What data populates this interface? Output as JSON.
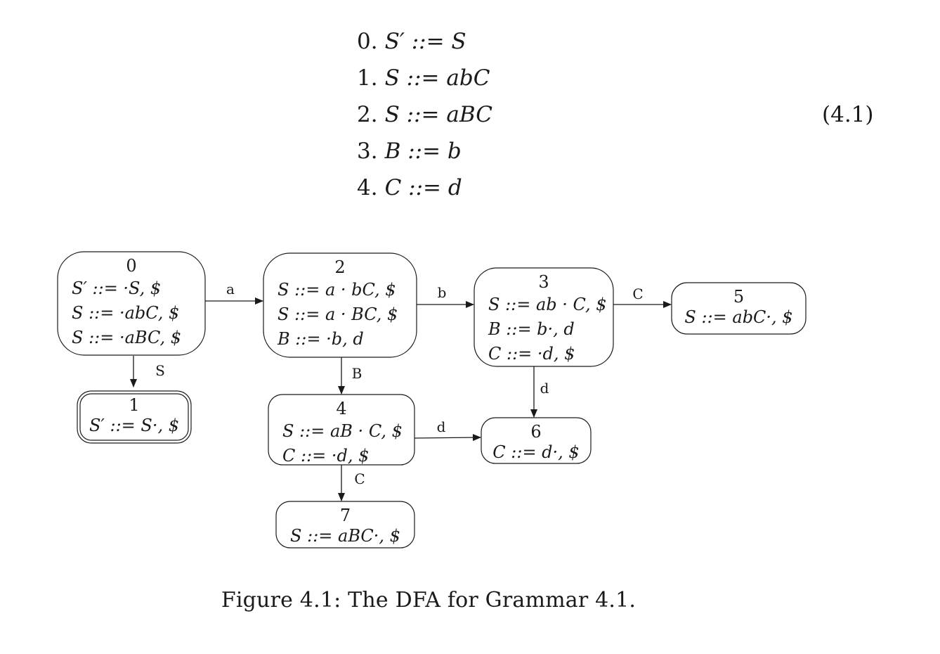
{
  "grammar": {
    "rules": [
      {
        "num": "0.",
        "production": "S′ ::= S"
      },
      {
        "num": "1.",
        "production": "S ::= abC"
      },
      {
        "num": "2.",
        "production": "S ::= aBC"
      },
      {
        "num": "3.",
        "production": "B ::= b"
      },
      {
        "num": "4.",
        "production": "C ::= d"
      }
    ],
    "equation_number": "(4.1)"
  },
  "dfa": {
    "states": [
      {
        "id": "0",
        "items": [
          "S′ ::= ·S, $",
          "S ::= ·abC, $",
          "S ::= ·aBC, $"
        ],
        "accepting": false
      },
      {
        "id": "1",
        "items": [
          "S′ ::= S·, $"
        ],
        "accepting": true
      },
      {
        "id": "2",
        "items": [
          "S ::= a · bC, $",
          "S ::= a · BC, $",
          "B ::= ·b, d"
        ],
        "accepting": false
      },
      {
        "id": "3",
        "items": [
          "S ::= ab · C, $",
          "B ::= b·, d",
          "C ::= ·d, $"
        ],
        "accepting": false
      },
      {
        "id": "4",
        "items": [
          "S ::= aB · C, $",
          "C ::= ·d, $"
        ],
        "accepting": false
      },
      {
        "id": "5",
        "items": [
          "S ::= abC·, $"
        ],
        "accepting": false
      },
      {
        "id": "6",
        "items": [
          "C ::= d·, $"
        ],
        "accepting": false
      },
      {
        "id": "7",
        "items": [
          "S ::= aBC·, $"
        ],
        "accepting": false
      }
    ],
    "transitions": [
      {
        "from": "0",
        "to": "2",
        "label": "a"
      },
      {
        "from": "0",
        "to": "1",
        "label": "S"
      },
      {
        "from": "2",
        "to": "3",
        "label": "b"
      },
      {
        "from": "2",
        "to": "4",
        "label": "B"
      },
      {
        "from": "3",
        "to": "5",
        "label": "C"
      },
      {
        "from": "3",
        "to": "6",
        "label": "d"
      },
      {
        "from": "4",
        "to": "6",
        "label": "d"
      },
      {
        "from": "4",
        "to": "7",
        "label": "C"
      }
    ]
  },
  "caption": "Figure 4.1: The DFA for Grammar 4.1."
}
